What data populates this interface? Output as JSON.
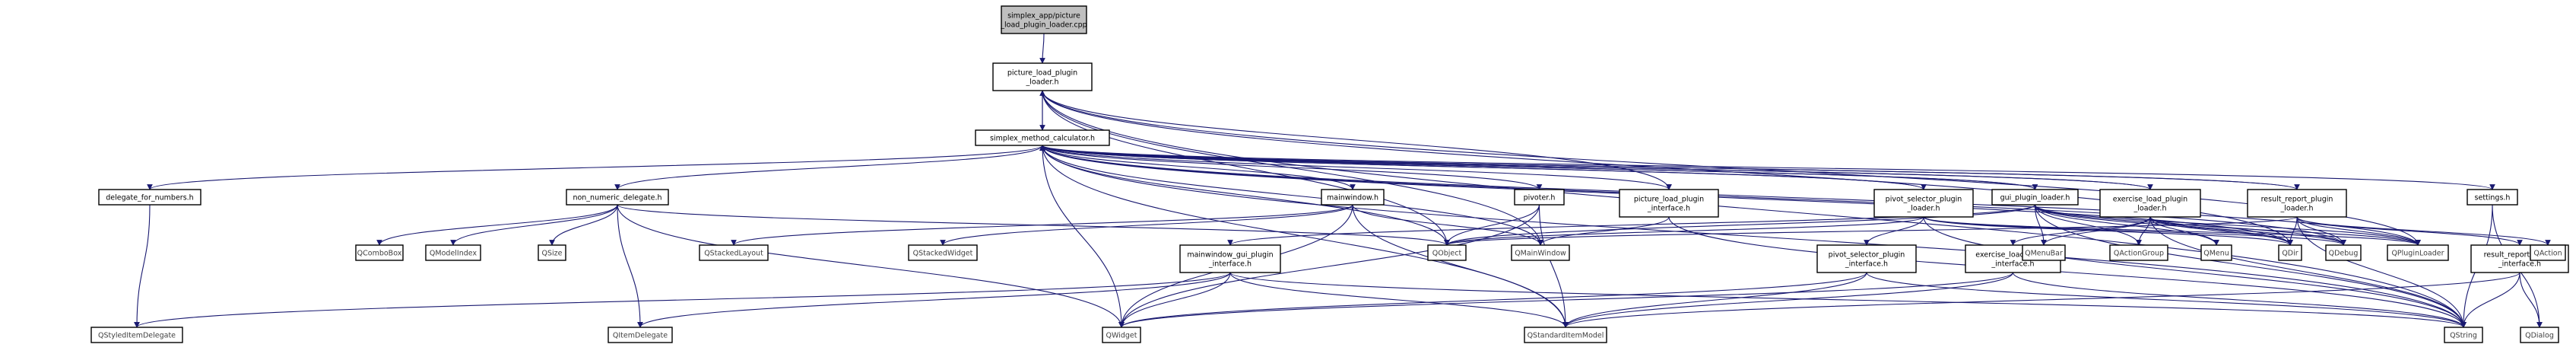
{
  "diagram": {
    "nodes": [
      {
        "id": "root",
        "lines": [
          "simplex_app/picture",
          "_load_plugin_loader.cpp"
        ],
        "root": true
      },
      {
        "id": "plh",
        "lines": [
          "picture_load_plugin",
          "_loader.h"
        ]
      },
      {
        "id": "smc",
        "lines": [
          "simplex_method_calculator.h"
        ]
      },
      {
        "id": "dfn",
        "lines": [
          "delegate_for_numbers.h"
        ]
      },
      {
        "id": "nnd",
        "lines": [
          "non_numeric_delegate.h"
        ]
      },
      {
        "id": "mwh",
        "lines": [
          "mainwindow.h"
        ]
      },
      {
        "id": "pvh",
        "lines": [
          "pivoter.h"
        ]
      },
      {
        "id": "plpi",
        "lines": [
          "picture_load_plugin",
          "_interface.h"
        ]
      },
      {
        "id": "psl",
        "lines": [
          "pivot_selector_plugin",
          "_loader.h"
        ]
      },
      {
        "id": "gpl",
        "lines": [
          "gui_plugin_loader.h"
        ]
      },
      {
        "id": "ell",
        "lines": [
          "exercise_load_plugin",
          "_loader.h"
        ]
      },
      {
        "id": "rrl",
        "lines": [
          "result_report_plugin",
          "_loader.h"
        ]
      },
      {
        "id": "set",
        "lines": [
          "settings.h"
        ]
      },
      {
        "id": "qcb",
        "lines": [
          "QComboBox"
        ],
        "ext": true
      },
      {
        "id": "qmi",
        "lines": [
          "QModelIndex"
        ],
        "ext": true
      },
      {
        "id": "qsz",
        "lines": [
          "QSize"
        ],
        "ext": true
      },
      {
        "id": "qsl",
        "lines": [
          "QStackedLayout"
        ],
        "ext": true
      },
      {
        "id": "qsw",
        "lines": [
          "QStackedWidget"
        ],
        "ext": true
      },
      {
        "id": "qob",
        "lines": [
          "QObject"
        ],
        "ext": true
      },
      {
        "id": "qmw",
        "lines": [
          "QMainWindow"
        ],
        "ext": true
      },
      {
        "id": "mwgpi",
        "lines": [
          "mainwindow_gui_plugin",
          "_interface.h"
        ]
      },
      {
        "id": "pspi",
        "lines": [
          "pivot_selector_plugin",
          "_interface.h"
        ]
      },
      {
        "id": "elpi",
        "lines": [
          "exercise_load_plugin",
          "_interface.h"
        ]
      },
      {
        "id": "qmb",
        "lines": [
          "QMenuBar"
        ],
        "ext": true
      },
      {
        "id": "qag",
        "lines": [
          "QActionGroup"
        ],
        "ext": true
      },
      {
        "id": "qme",
        "lines": [
          "QMenu"
        ],
        "ext": true
      },
      {
        "id": "qdir",
        "lines": [
          "QDir"
        ],
        "ext": true
      },
      {
        "id": "qdbg",
        "lines": [
          "QDebug"
        ],
        "ext": true
      },
      {
        "id": "qpl",
        "lines": [
          "QPluginLoader"
        ],
        "ext": true
      },
      {
        "id": "rrpi",
        "lines": [
          "result_report_plugin",
          "_interface.h"
        ]
      },
      {
        "id": "qac",
        "lines": [
          "QAction"
        ],
        "ext": true
      },
      {
        "id": "qsid",
        "lines": [
          "QStyledItemDelegate"
        ],
        "ext": true
      },
      {
        "id": "qid",
        "lines": [
          "QItemDelegate"
        ],
        "ext": true
      },
      {
        "id": "qwi",
        "lines": [
          "QWidget"
        ],
        "ext": true
      },
      {
        "id": "qsim",
        "lines": [
          "QStandardItemModel"
        ],
        "ext": true
      },
      {
        "id": "qstr",
        "lines": [
          "QString"
        ],
        "ext": true
      },
      {
        "id": "qdlg",
        "lines": [
          "QDialog"
        ],
        "ext": true
      }
    ],
    "edges": [
      [
        "root",
        "plh"
      ],
      [
        "plh",
        "smc"
      ],
      [
        "plh",
        "plpi"
      ],
      [
        "plh",
        "qob"
      ],
      [
        "plh",
        "qdir"
      ],
      [
        "plh",
        "qpl"
      ],
      [
        "plh",
        "qstr"
      ],
      [
        "plh",
        "qmw"
      ],
      [
        "smc",
        "plh"
      ],
      [
        "smc",
        "dfn"
      ],
      [
        "smc",
        "nnd"
      ],
      [
        "smc",
        "mwh"
      ],
      [
        "smc",
        "pvh"
      ],
      [
        "smc",
        "plpi"
      ],
      [
        "smc",
        "psl"
      ],
      [
        "smc",
        "gpl"
      ],
      [
        "smc",
        "ell"
      ],
      [
        "smc",
        "rrl"
      ],
      [
        "smc",
        "set"
      ],
      [
        "smc",
        "qob"
      ],
      [
        "smc",
        "qwi"
      ],
      [
        "smc",
        "qsim"
      ],
      [
        "smc",
        "qstr"
      ],
      [
        "smc",
        "qdir"
      ],
      [
        "smc",
        "qpl"
      ],
      [
        "smc",
        "qdbg"
      ],
      [
        "smc",
        "qmw"
      ],
      [
        "psl",
        "smc"
      ],
      [
        "gpl",
        "smc"
      ],
      [
        "ell",
        "smc"
      ],
      [
        "rrl",
        "smc"
      ],
      [
        "dfn",
        "qsid"
      ],
      [
        "nnd",
        "qcb"
      ],
      [
        "nnd",
        "qmi"
      ],
      [
        "nnd",
        "qsz"
      ],
      [
        "nnd",
        "qid"
      ],
      [
        "nnd",
        "qob"
      ],
      [
        "nnd",
        "qwi"
      ],
      [
        "mwh",
        "qsl"
      ],
      [
        "mwh",
        "qsw"
      ],
      [
        "mwh",
        "qmw"
      ],
      [
        "mwh",
        "qsim"
      ],
      [
        "mwh",
        "qwi"
      ],
      [
        "pvh",
        "qob"
      ],
      [
        "pvh",
        "qsim"
      ],
      [
        "pvh",
        "qwi"
      ],
      [
        "plpi",
        "qmw"
      ],
      [
        "plpi",
        "qstr"
      ],
      [
        "psl",
        "pspi"
      ],
      [
        "psl",
        "qob"
      ],
      [
        "psl",
        "qstr"
      ],
      [
        "psl",
        "qpl"
      ],
      [
        "psl",
        "qdir"
      ],
      [
        "psl",
        "qdbg"
      ],
      [
        "gpl",
        "mwgpi"
      ],
      [
        "gpl",
        "qmb"
      ],
      [
        "gpl",
        "qag"
      ],
      [
        "gpl",
        "qme"
      ],
      [
        "gpl",
        "qdir"
      ],
      [
        "gpl",
        "qdbg"
      ],
      [
        "gpl",
        "qpl"
      ],
      [
        "gpl",
        "qstr"
      ],
      [
        "gpl",
        "qob"
      ],
      [
        "ell",
        "elpi"
      ],
      [
        "ell",
        "qmb"
      ],
      [
        "ell",
        "qag"
      ],
      [
        "ell",
        "qme"
      ],
      [
        "ell",
        "qdir"
      ],
      [
        "ell",
        "qdbg"
      ],
      [
        "ell",
        "qpl"
      ],
      [
        "ell",
        "qstr"
      ],
      [
        "rrl",
        "rrpi"
      ],
      [
        "rrl",
        "qac"
      ],
      [
        "rrl",
        "qpl"
      ],
      [
        "rrl",
        "qdbg"
      ],
      [
        "rrl",
        "qdir"
      ],
      [
        "rrl",
        "qstr"
      ],
      [
        "rrl",
        "qob"
      ],
      [
        "mwgpi",
        "qsid"
      ],
      [
        "mwgpi",
        "qid"
      ],
      [
        "mwgpi",
        "qwi"
      ],
      [
        "mwgpi",
        "qsim"
      ],
      [
        "mwgpi",
        "qstr"
      ],
      [
        "pspi",
        "qwi"
      ],
      [
        "pspi",
        "qsim"
      ],
      [
        "pspi",
        "qstr"
      ],
      [
        "elpi",
        "qwi"
      ],
      [
        "elpi",
        "qsim"
      ],
      [
        "elpi",
        "qstr"
      ],
      [
        "rrpi",
        "qdlg"
      ],
      [
        "rrpi",
        "qstr"
      ],
      [
        "rrpi",
        "qsim"
      ],
      [
        "set",
        "qstr"
      ],
      [
        "set",
        "qdlg"
      ]
    ]
  }
}
